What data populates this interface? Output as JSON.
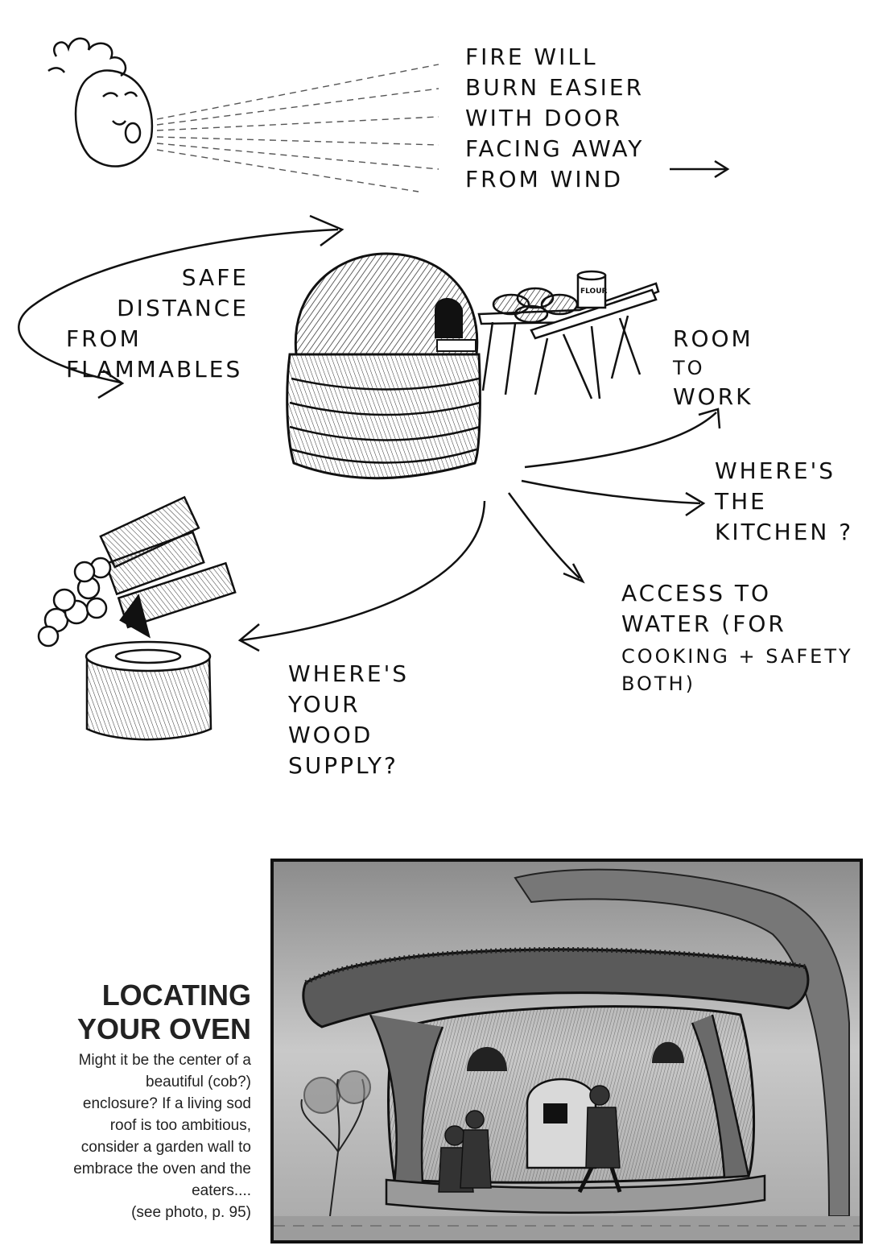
{
  "annotations": {
    "wind": [
      "FIRE WILL",
      "BURN EASIER",
      "WITH DOOR",
      "FACING AWAY",
      "FROM WIND"
    ],
    "flammables": [
      "SAFE",
      "DISTANCE",
      "FROM",
      "FLAMMABLES"
    ],
    "work": [
      "ROOM",
      "TO",
      "WORK"
    ],
    "kitchen": [
      "WHERE'S",
      "THE",
      "KITCHEN ?"
    ],
    "water": [
      "ACCESS TO",
      "WATER (FOR",
      "COOKING + SAFETY",
      "BOTH)"
    ],
    "wood": [
      "WHERE'S",
      "YOUR",
      "WOOD",
      "SUPPLY?"
    ]
  },
  "flour_label": "FLOUR",
  "caption": {
    "title_line1": "LOCATING",
    "title_line2": "YOUR OVEN",
    "body": [
      "Might it be the center of a",
      "beautiful (cob?)",
      "enclosure? If a living sod",
      "roof is too ambitious,",
      "consider a garden wall to",
      "embrace the oven and the",
      "eaters....",
      "(see photo, p. 95)"
    ]
  }
}
